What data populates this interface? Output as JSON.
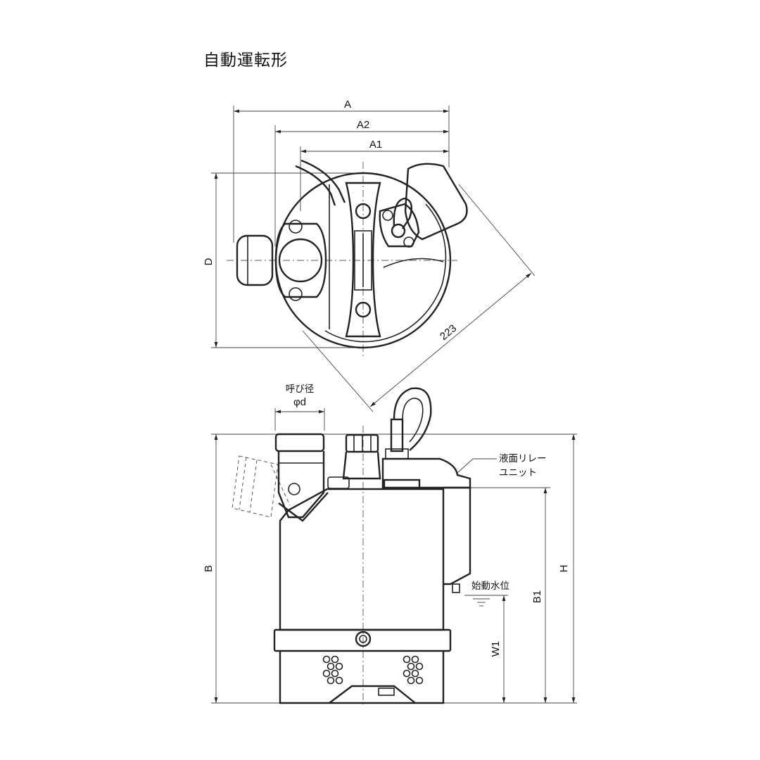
{
  "title": "自動運転形",
  "dimensions": {
    "A": "A",
    "A2": "A2",
    "A1": "A1",
    "D": "D",
    "diag": "223",
    "B": "B",
    "B1": "B1",
    "H": "H",
    "W1": "W1"
  },
  "labels": {
    "nominal_line1": "呼び径",
    "nominal_line2": "φd",
    "relay_line1": "液面リレー",
    "relay_line2": "ユニット",
    "start_level": "始動水位"
  },
  "colors": {
    "line": "#222222",
    "background": "#ffffff"
  }
}
